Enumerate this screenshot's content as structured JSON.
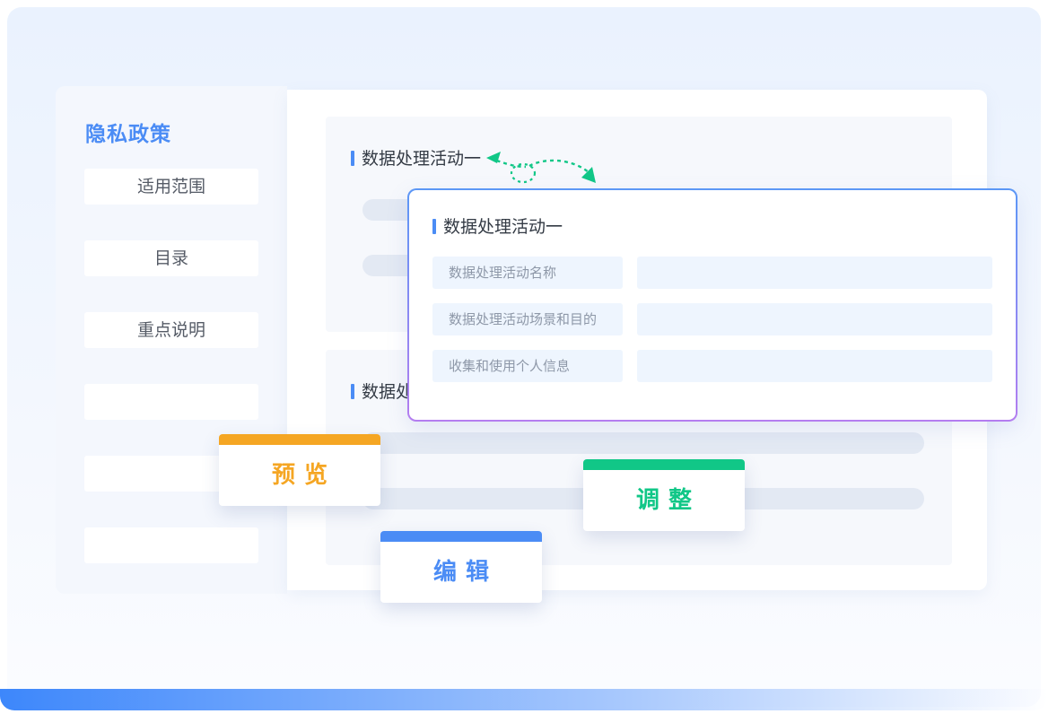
{
  "sidebar": {
    "title": "隐私政策",
    "items": [
      {
        "label": "适用范围"
      },
      {
        "label": "目录"
      },
      {
        "label": "重点说明"
      },
      {
        "label": ""
      },
      {
        "label": ""
      },
      {
        "label": ""
      }
    ]
  },
  "main": {
    "section1": {
      "heading": "数据处理活动一"
    },
    "section2": {
      "heading": "数据处"
    }
  },
  "popup": {
    "heading": "数据处理活动一",
    "fields": [
      {
        "label": "数据处理活动名称",
        "value": ""
      },
      {
        "label": "数据处理活动场景和目的",
        "value": ""
      },
      {
        "label": "收集和使用个人信息",
        "value": ""
      }
    ]
  },
  "actions": {
    "preview": {
      "label": "预览",
      "color": "#f5a623"
    },
    "adjust": {
      "label": "调整",
      "color": "#11c787"
    },
    "edit": {
      "label": "编辑",
      "color": "#4b8cf5"
    }
  },
  "colors": {
    "accent": "#4b8cf5",
    "connector": "#11c787"
  }
}
